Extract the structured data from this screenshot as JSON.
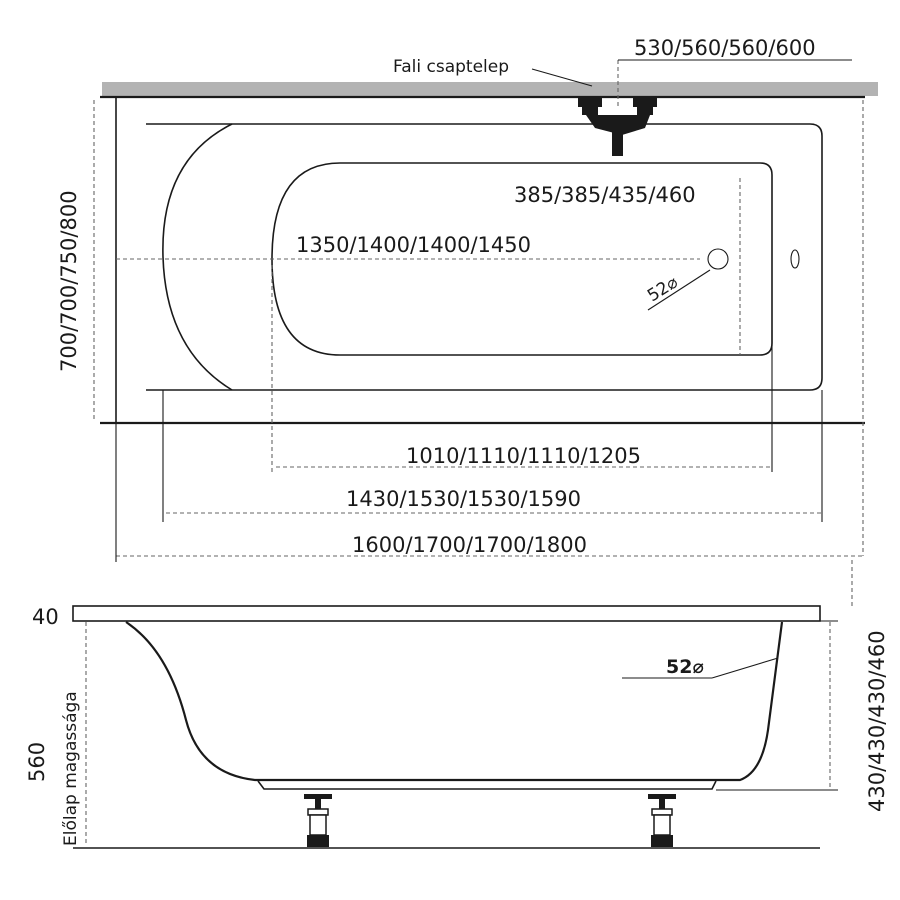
{
  "top_view": {
    "faucet_label": "Fali csaptelep",
    "faucet_offset": "530/560/560/600",
    "width_outer": "700/700/750/800",
    "depth_inner": "385/385/435/460",
    "length_inner": "1350/1400/1400/1450",
    "drain_diameter": "52⌀",
    "bottom_length": "1010/1110/1110/1205",
    "rim_length": "1430/1530/1530/1590",
    "total_length": "1600/1700/1700/1800"
  },
  "side_view": {
    "rim_thickness": "40",
    "panel_height_value": "560",
    "panel_height_label": "Előlap magassága",
    "drain_diameter": "52⌀",
    "tub_height": "430/430/430/460"
  }
}
